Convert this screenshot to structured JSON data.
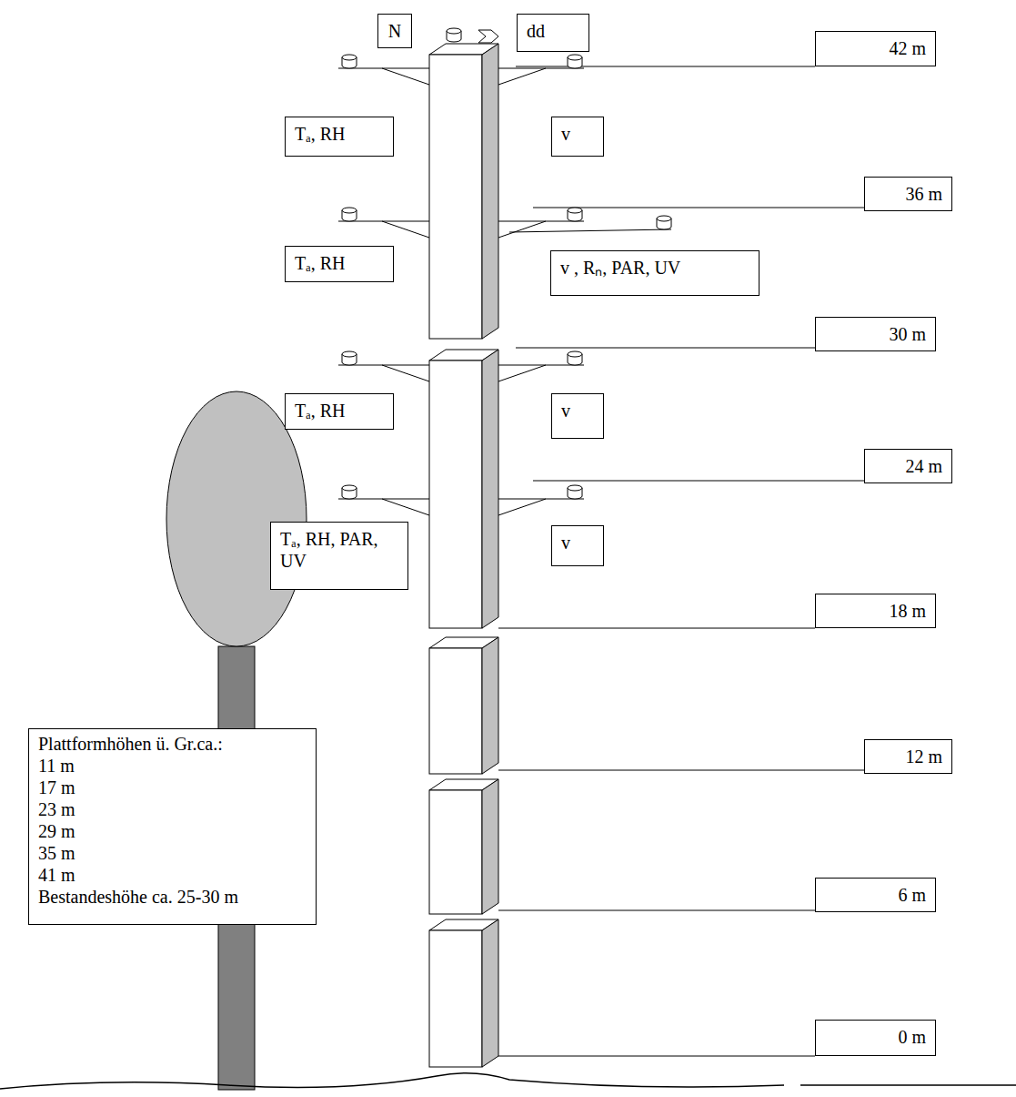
{
  "diagram": {
    "nodes": [
      {
        "text": [
          "N"
        ]
      },
      {
        "text": [
          "dd"
        ]
      },
      {
        "text": [
          "42 m"
        ]
      },
      {
        "text": [
          "Tₐ, RH"
        ]
      },
      {
        "text": [
          "v"
        ]
      },
      {
        "text": [
          "36 m"
        ]
      },
      {
        "text": [
          "Tₐ, RH"
        ]
      },
      {
        "text": [
          "v , Rₙ, PAR, UV"
        ]
      },
      {
        "text": [
          "30 m"
        ]
      },
      {
        "text": [
          "Tₐ, RH"
        ]
      },
      {
        "text": [
          "v"
        ]
      },
      {
        "text": [
          "24 m"
        ]
      },
      {
        "text": [
          "Tₐ, RH, PAR, UV"
        ]
      },
      {
        "text": [
          "v"
        ]
      },
      {
        "text": [
          "18 m"
        ]
      },
      {
        "text": [
          "Plattformhöhen ü. Gr.ca.:",
          "11 m",
          "17 m",
          "23 m",
          "29 m",
          "35 m",
          "41 m",
          "Bestandeshöhe ca. 25-30 m"
        ]
      },
      {
        "text": [
          "12 m"
        ]
      },
      {
        "text": [
          "6 m"
        ]
      },
      {
        "text": [
          "0 m"
        ]
      }
    ]
  }
}
